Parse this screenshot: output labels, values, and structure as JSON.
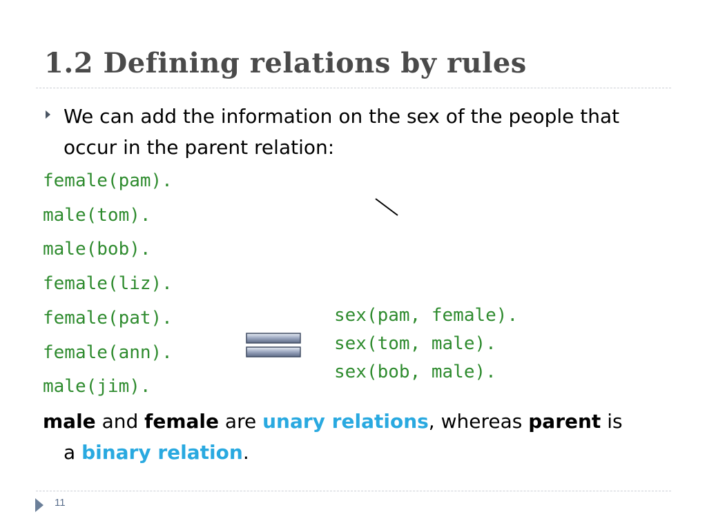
{
  "slide": {
    "title": "1.2 Defining relations by rules",
    "bullet": "We can add the information on the sex of the people that occur in the parent relation:",
    "facts": [
      "female(pam).",
      "male(tom).",
      "male(bob).",
      "female(liz).",
      "female(pat).",
      "female(ann).",
      "male(jim)."
    ],
    "sex_facts": [
      "sex(pam, female).",
      "sex(tom, male).",
      "sex(bob, male)."
    ],
    "summary": {
      "term_male": "male",
      "and": "and",
      "term_female": "female",
      "are": "are",
      "unary": "unary relations",
      "whereas": ", whereas",
      "term_parent": "parent",
      "is": "is",
      "a": "a",
      "binary": "binary relation",
      "period": "."
    },
    "page_number": "11",
    "colors": {
      "title": "#4a4a4a",
      "code": "#2e8b2e",
      "highlight": "#29a9e0",
      "accent": "#6b7f99"
    },
    "icons": {
      "bullet": "triangle-right-icon",
      "equivalence": "equals-icon",
      "footer": "triangle-right-icon"
    }
  }
}
